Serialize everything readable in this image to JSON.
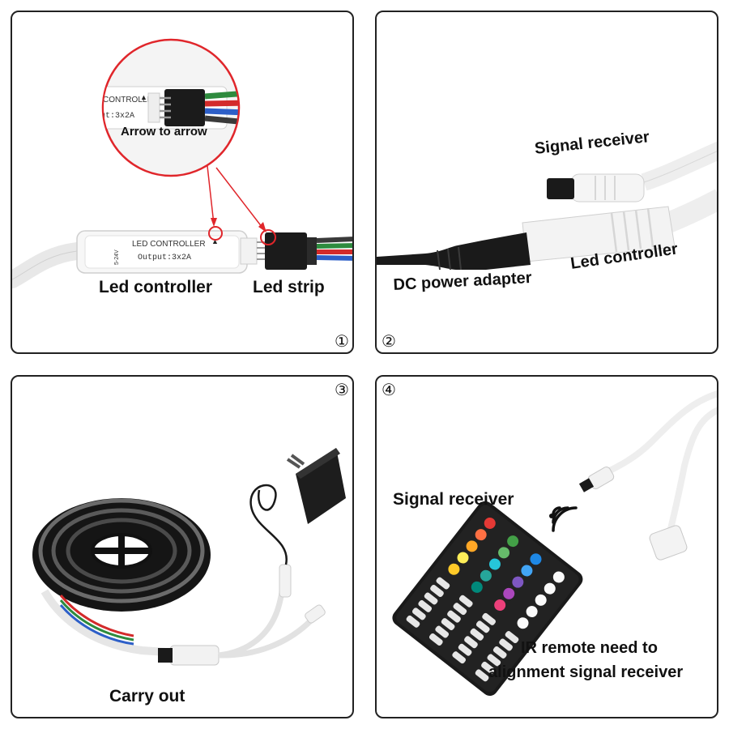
{
  "panels": [
    {
      "number": "①",
      "callout_label": "Arrow to arrow",
      "controller_title": "LED CONTROLLER",
      "controller_output": "Output:3x2A",
      "zoom_controller_title": "CONTROLLER",
      "zoom_controller_output": "ut:3x2A",
      "voltage": "5-24V",
      "labels": {
        "led_controller": "Led controller",
        "led_strip": "Led strip"
      }
    },
    {
      "number": "②",
      "labels": {
        "signal_receiver": "Signal receiver",
        "led_controller": "Led controller",
        "dc_power_adapter": "DC power adapter"
      }
    },
    {
      "number": "③",
      "labels": {
        "carry_out": "Carry out"
      }
    },
    {
      "number": "④",
      "labels": {
        "signal_receiver": "Signal receiver",
        "ir_line1": "IR remote need to",
        "ir_line2": "alignment signal receiver"
      }
    }
  ],
  "colors": {
    "border": "#222222",
    "callout_red": "#e0262b",
    "text": "#111111"
  }
}
